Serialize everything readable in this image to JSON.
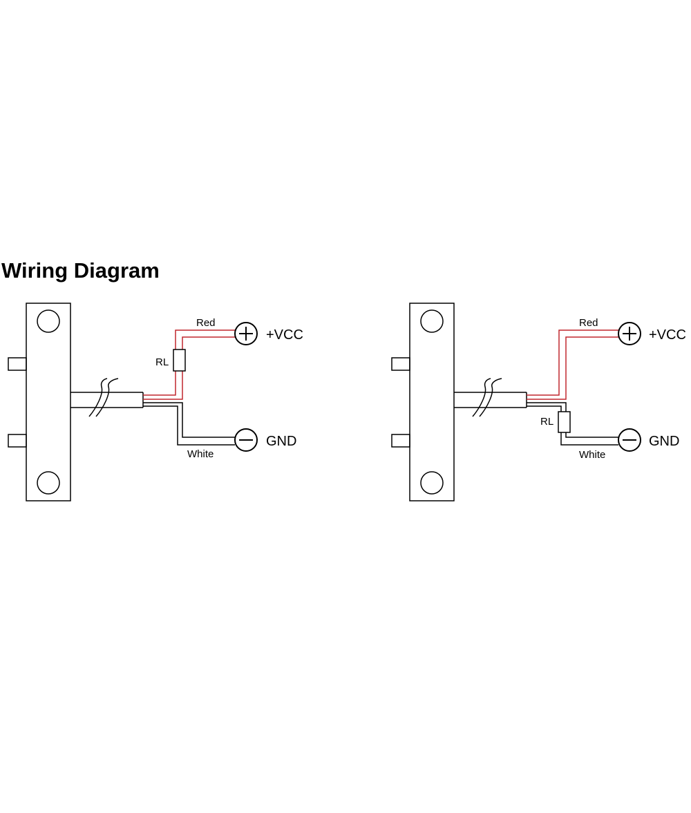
{
  "title": "Wiring Diagram",
  "colors": {
    "red_wire": "#c0272d",
    "white_wire": "#000000",
    "outline": "#000000"
  },
  "diagrams": [
    {
      "red_label": "Red",
      "white_label": "White",
      "load_label": "RL",
      "vcc_label": "+VCC",
      "gnd_label": "GND",
      "load_position": "on red wire"
    },
    {
      "red_label": "Red",
      "white_label": "White",
      "load_label": "RL",
      "vcc_label": "+VCC",
      "gnd_label": "GND",
      "load_position": "on white wire"
    }
  ]
}
